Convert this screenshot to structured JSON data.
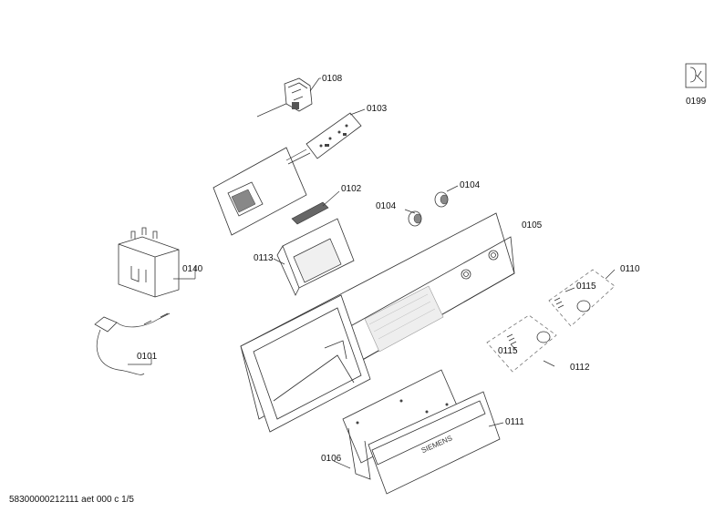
{
  "document_id": "58300000212111 aet 000 c 1/5",
  "logo_text": "SIEMENS",
  "parts": [
    {
      "id": "p0108",
      "label": "0108"
    },
    {
      "id": "p0103",
      "label": "0103"
    },
    {
      "id": "p0102",
      "label": "0102"
    },
    {
      "id": "p0104a",
      "label": "0104"
    },
    {
      "id": "p0104b",
      "label": "0104"
    },
    {
      "id": "p0105",
      "label": "0105"
    },
    {
      "id": "p0113",
      "label": "0113"
    },
    {
      "id": "p0140",
      "label": "0140"
    },
    {
      "id": "p0101",
      "label": "0101"
    },
    {
      "id": "p0110",
      "label": "0110"
    },
    {
      "id": "p0115a",
      "label": "0115"
    },
    {
      "id": "p0115b",
      "label": "0115"
    },
    {
      "id": "p0112",
      "label": "0112"
    },
    {
      "id": "p0111",
      "label": "0111"
    },
    {
      "id": "p0106",
      "label": "0106"
    },
    {
      "id": "p0199",
      "label": "0199"
    }
  ]
}
